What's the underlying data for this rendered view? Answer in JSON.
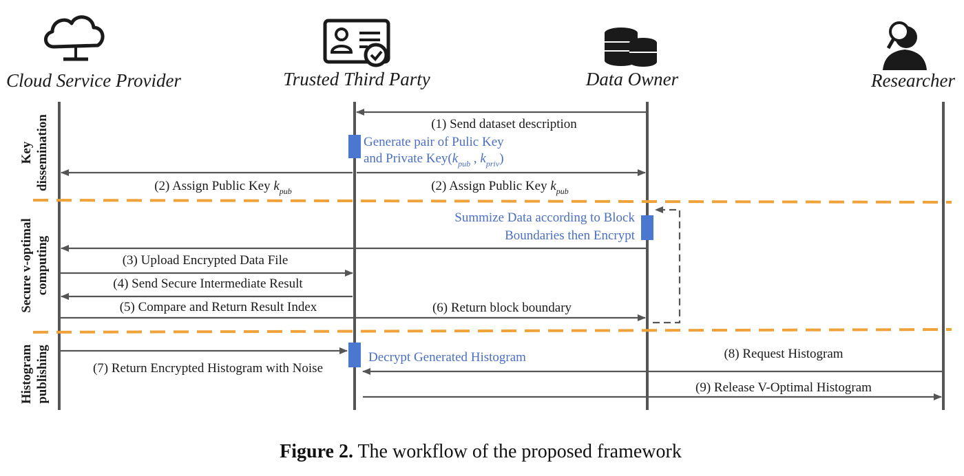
{
  "actors": {
    "cloud": "Cloud Service Provider",
    "ttp": "Trusted Third Party",
    "owner": "Data Owner",
    "researcher": "Researcher"
  },
  "icons": {
    "cloud": "cloud-monitor-icon",
    "ttp": "id-card-check-icon",
    "owner": "database-icon",
    "researcher": "researcher-magnifier-icon"
  },
  "phases": {
    "key_line1": "Key",
    "key_line2": "dissemination",
    "secure_line1": "Secure v-optimal",
    "secure_line2": "computing",
    "hist_line1": "Histogram",
    "hist_line2": "publishing"
  },
  "messages": {
    "m1": "(1) Send dataset description",
    "m2_left": "(2) Assign Public Key ",
    "m2_right": "(2) Assign Public Key ",
    "k": "k",
    "pub": "pub",
    "priv": "priv",
    "m3": "(3) Upload Encrypted Data File",
    "m4": "(4) Send Secure Intermediate Result",
    "m5": "(5) Compare and Return Result Index",
    "m6": "(6) Return block boundary",
    "m7": "(7) Return Encrypted Histogram with Noise",
    "m8": "(8) Request Histogram",
    "m9": "(9) Release V-Optimal Histogram"
  },
  "notes": {
    "gen_line1": "Generate pair of Pulic Key",
    "gen_line2_a": "and Private Key(",
    "gen_line2_sep": " , ",
    "gen_line2_end": ")",
    "summ_line1": "Summize Data according to Block",
    "summ_line2": "Boundaries then Encrypt",
    "decrypt": "Decrypt Generated Histogram"
  },
  "caption": {
    "label": "Figure 2.",
    "text": " The workflow of the proposed framework"
  },
  "colors": {
    "note_text": "#4a6fc4",
    "activation": "#4a78d0",
    "separator": "#f0a23a",
    "lines": "#555555"
  }
}
